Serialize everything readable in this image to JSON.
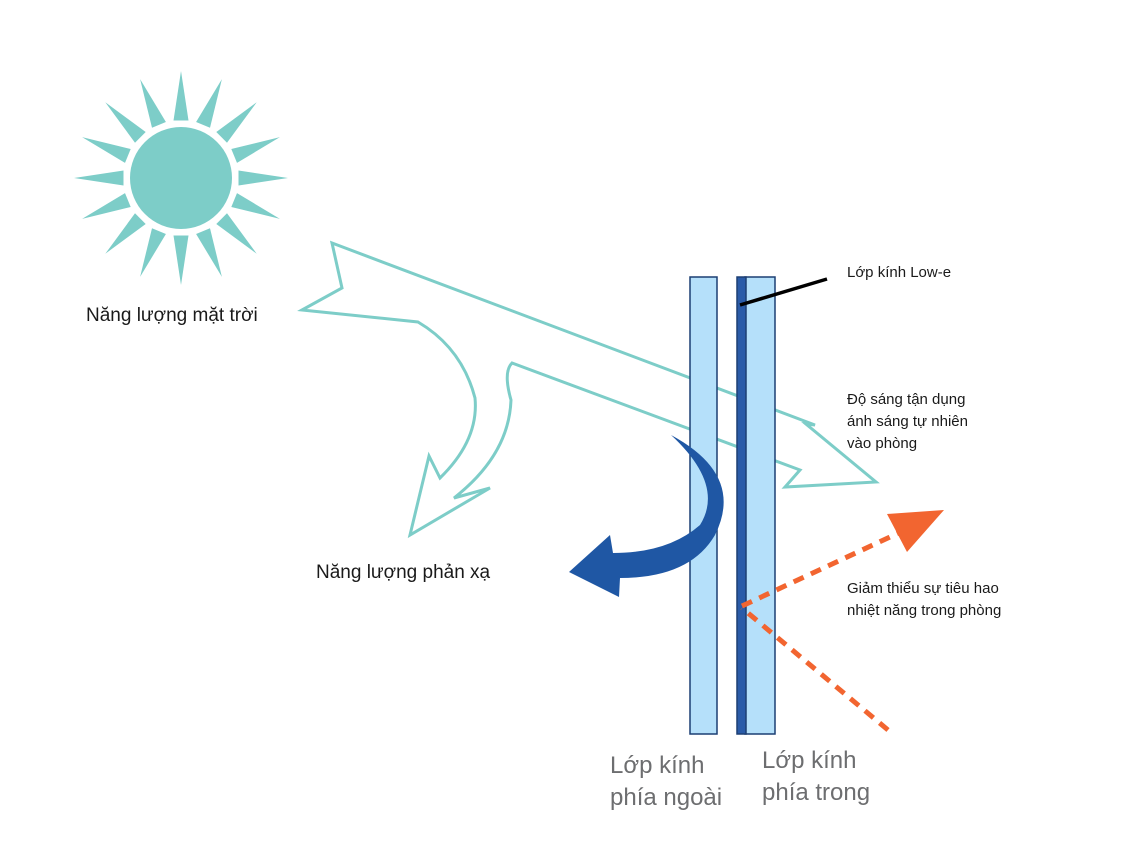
{
  "labels": {
    "solar_energy": "Năng lượng mặt trời",
    "reflected_energy": "Năng lượng phản xạ",
    "low_e_layer": "Lớp kính Low-e",
    "daylight": [
      "Độ sáng tận dụng",
      "ánh sáng tự nhiên",
      "vào phòng"
    ],
    "heat_loss": [
      "Giảm thiểu sự tiêu hao",
      "nhiệt năng trong phòng"
    ],
    "outer_glass": [
      "Lớp kính",
      "phía ngoài"
    ],
    "inner_glass": [
      "Lớp kính",
      "phía trong"
    ]
  },
  "colors": {
    "sun": "#7dcdc8",
    "arrow_outline": "#7dcdc8",
    "glass_fill": "#b5e0fa",
    "glass_stroke": "#1c3f73",
    "low_e_coating": "#2a5ba8",
    "reflect_arrow": "#1f57a4",
    "heat_arrow": "#f26530",
    "pointer_line": "#000000"
  },
  "icons": {
    "sun": "sun-icon",
    "solar_arrow": "split-arrow-icon",
    "reflect_arrow": "curved-arrow-icon",
    "heat_arrow": "dashed-arrow-icon"
  }
}
